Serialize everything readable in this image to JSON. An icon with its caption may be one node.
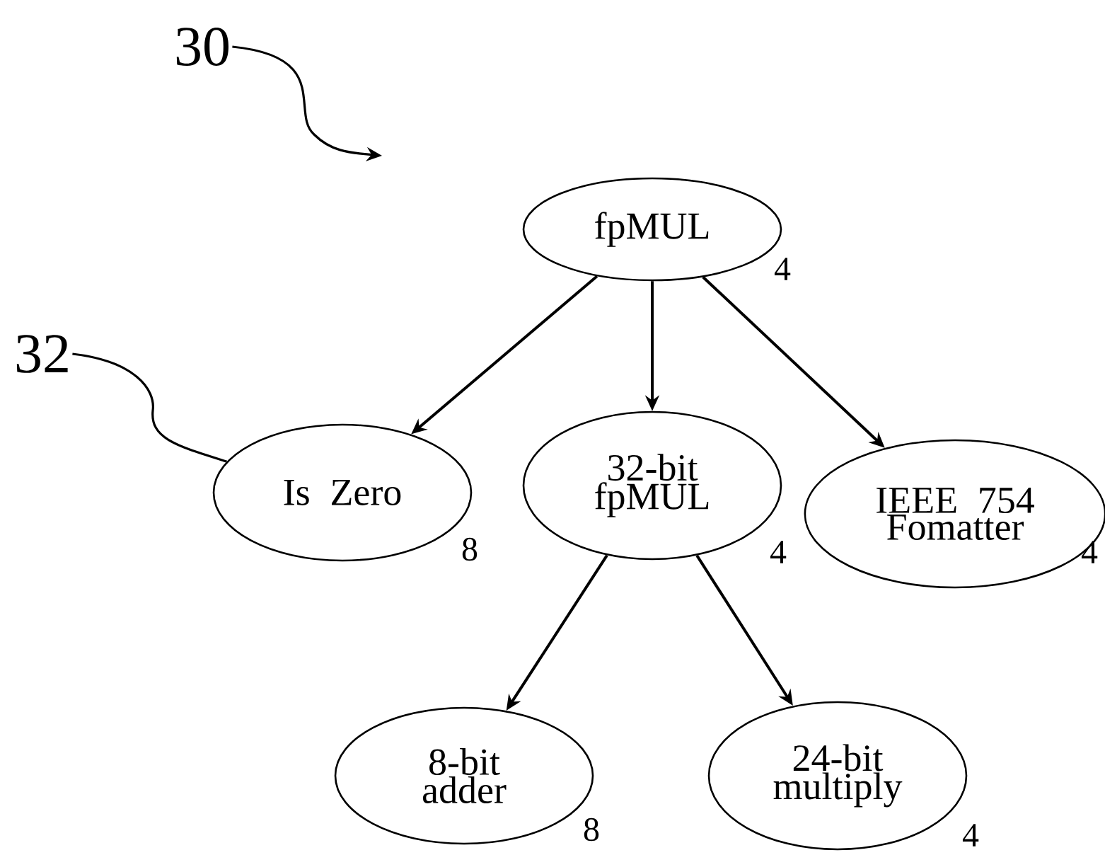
{
  "diagram": {
    "nodes": [
      {
        "text": [
          "30"
        ]
      },
      {
        "text": [
          "fpMUL"
        ],
        "beside": [
          "4"
        ]
      },
      {
        "text": [
          "32"
        ]
      },
      {
        "text": [
          "Is Zero"
        ],
        "beside": [
          "8"
        ]
      },
      {
        "text": [
          "32-bit fpMUL"
        ],
        "beside": [
          "4"
        ]
      },
      {
        "text": [
          "IEEE 754 Fomatter"
        ],
        "beside": [
          "4"
        ]
      },
      {
        "text": [
          "8-bit adder"
        ],
        "beside": [
          "8"
        ]
      },
      {
        "text": [
          "24-bit multiply"
        ],
        "beside": [
          "4"
        ]
      }
    ],
    "edges": [
      {
        "from": 0,
        "to": null,
        "arrow": "to"
      },
      {
        "from": 1,
        "to": 3,
        "arrow": "to"
      },
      {
        "from": 1,
        "to": 4,
        "arrow": "to"
      },
      {
        "from": 1,
        "to": 5,
        "arrow": "to"
      },
      {
        "from": 2,
        "to": 3,
        "arrow": "none"
      },
      {
        "from": 4,
        "to": 6,
        "arrow": "to"
      },
      {
        "from": 4,
        "to": 7,
        "arrow": "to"
      }
    ]
  }
}
